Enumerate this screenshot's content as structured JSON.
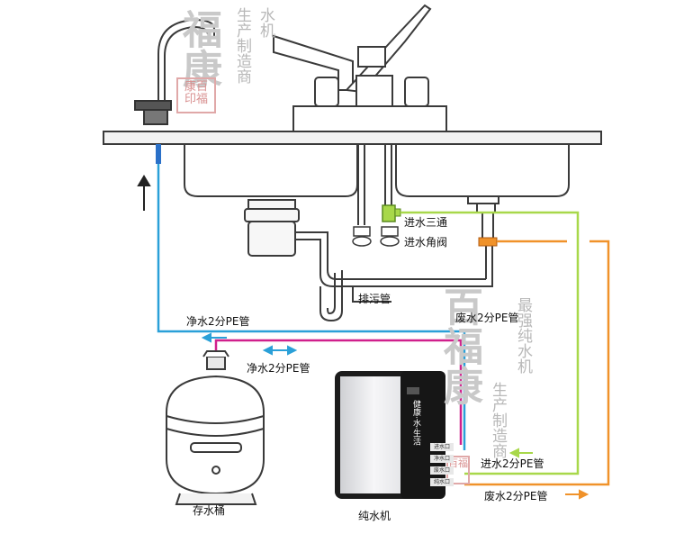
{
  "labels": {
    "inlet_tee": "进水三通",
    "inlet_angle_valve": "进水角阀",
    "drain_pipe": "排污管",
    "pure_water_pipe_upper": "净水2分PE管",
    "waste_water_pipe_upper": "废水2分PE管",
    "pure_water_pipe_lower": "净水2分PE管",
    "inlet_pe_pipe": "进水2分PE管",
    "waste_pe_pipe": "废水2分PE管",
    "storage_tank": "存水桶",
    "purifier": "纯水机"
  },
  "purifier": {
    "brand_vertical": "健康·水·生活",
    "ports": [
      "进水口",
      "净水口",
      "废水口",
      "纯水口"
    ]
  },
  "watermark": {
    "top_left_text": [
      "水机",
      "生产制造商"
    ],
    "top_left_big": "福康",
    "top_left_seal": "康百印福",
    "right_big": "百福康",
    "right_text": [
      "最强纯水机",
      "生产制造商"
    ],
    "right_seal": "百福"
  },
  "colors": {
    "pure_water": "#2aa0d8",
    "waste_water": "#f0922a",
    "inlet_water": "#a8d84a",
    "pure_to_tank": "#d0208c",
    "outline": "#3a3a3a"
  }
}
